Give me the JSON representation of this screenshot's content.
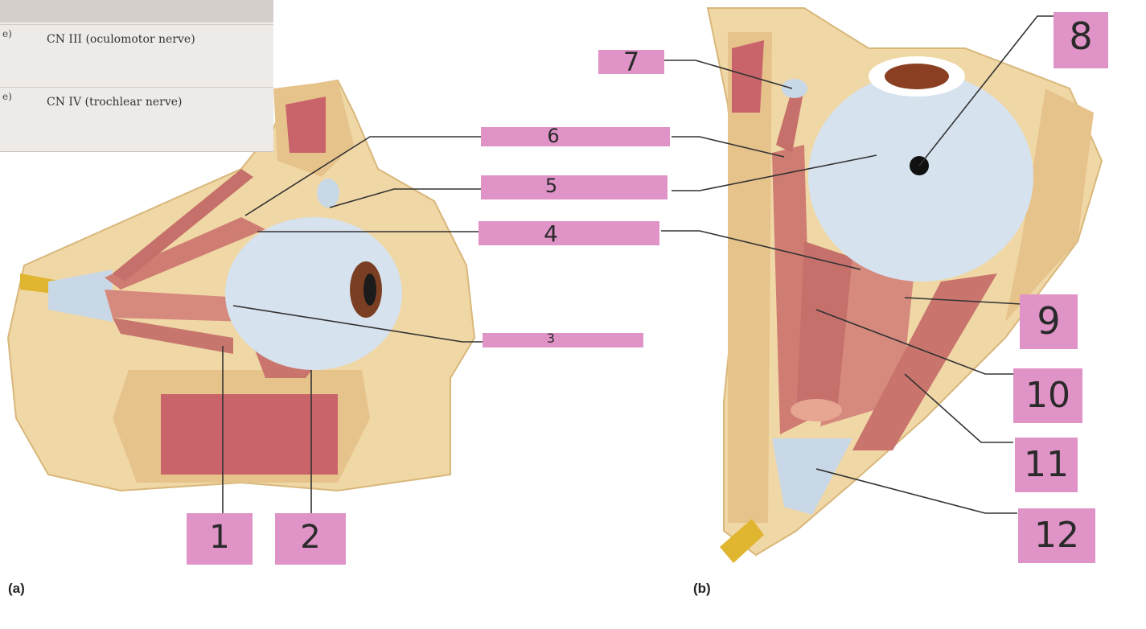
{
  "table": {
    "rows": [
      {
        "fragment": "e)",
        "cell": "CN III (oculomotor nerve)"
      },
      {
        "fragment": "e)",
        "cell": "CN IV (trochlear nerve)"
      }
    ]
  },
  "labels": [
    "1",
    "2",
    "3",
    "4",
    "5",
    "6",
    "7",
    "8",
    "9",
    "10",
    "11",
    "12"
  ],
  "captions": {
    "a": "(a)",
    "b": "(b)"
  },
  "colors": {
    "label_pink": "#df93c7",
    "muscle": "#cf7d72",
    "bone": "#f0d7a6",
    "sclera": "#d6e2ee",
    "leader": "#333333"
  }
}
